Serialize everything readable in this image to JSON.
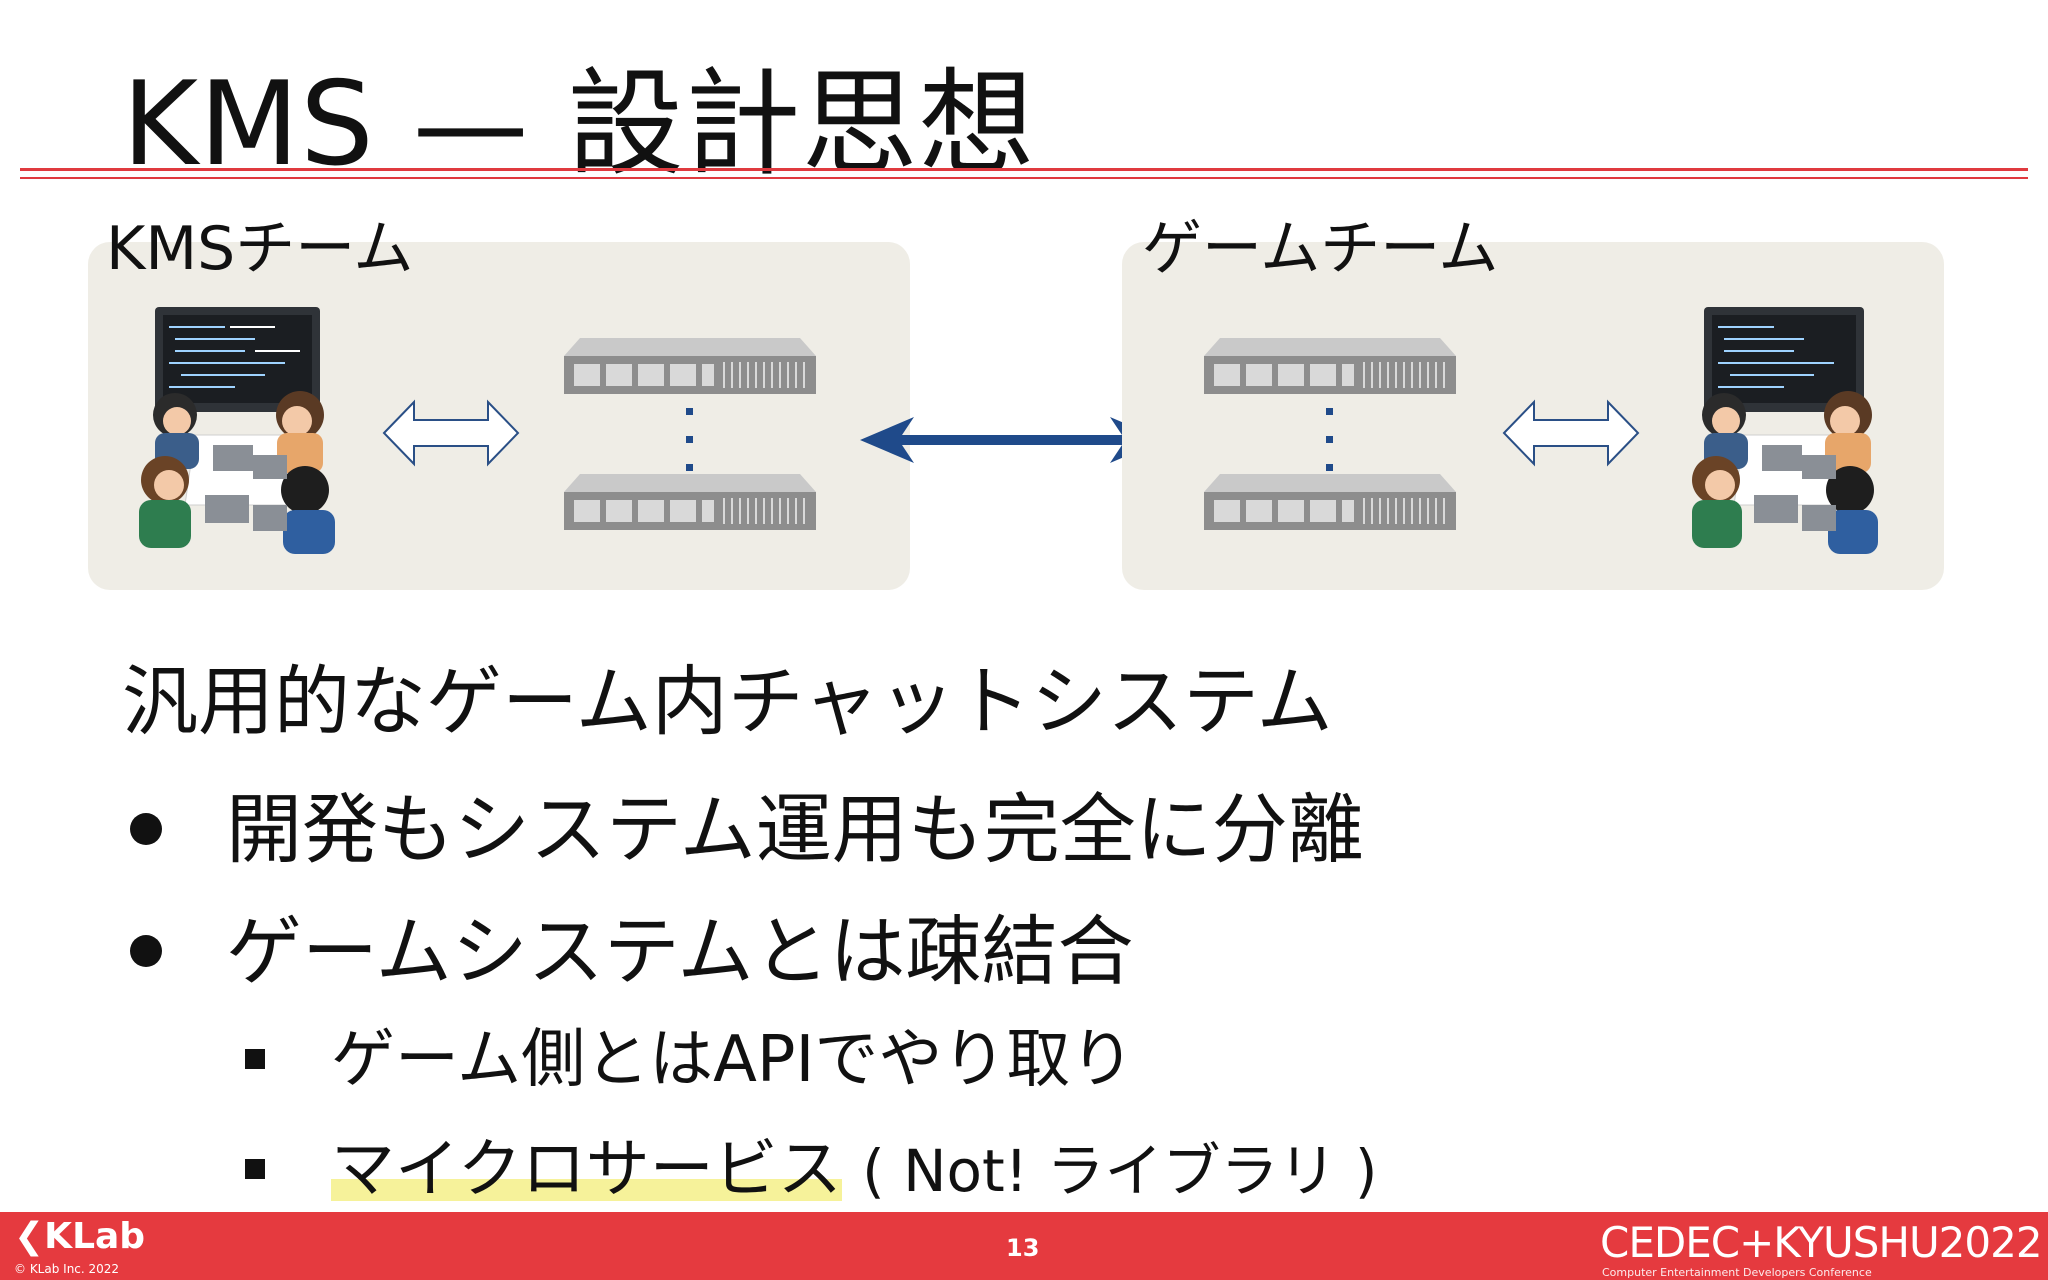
{
  "slide": {
    "title": "KMS — 設計思想",
    "left_team_label": "KMSチーム",
    "right_team_label": "ゲームチーム",
    "main_text": "汎用的なゲーム内チャットシステム",
    "bullets": [
      "開発もシステム運用も完全に分離",
      "ゲームシステムとは疎結合"
    ],
    "sub_bullets": {
      "item1": "ゲーム側とはAPIでやり取り",
      "item2_highlight": "マイクロサービス",
      "item2_note": "( Not! ライブラリ )"
    }
  },
  "footer": {
    "company_logo": "KLab",
    "copyright": "© KLab Inc. 2022",
    "page_number": "13",
    "event_logo": "CEDEC+KYUSHU2022",
    "event_tagline": "Computer Entertainment Developers Conference"
  },
  "colors": {
    "accent_red": "#e53a3f",
    "panel_bg": "#efede6",
    "arrow_blue": "#1f4a8a",
    "highlight": "#f6f29a"
  }
}
